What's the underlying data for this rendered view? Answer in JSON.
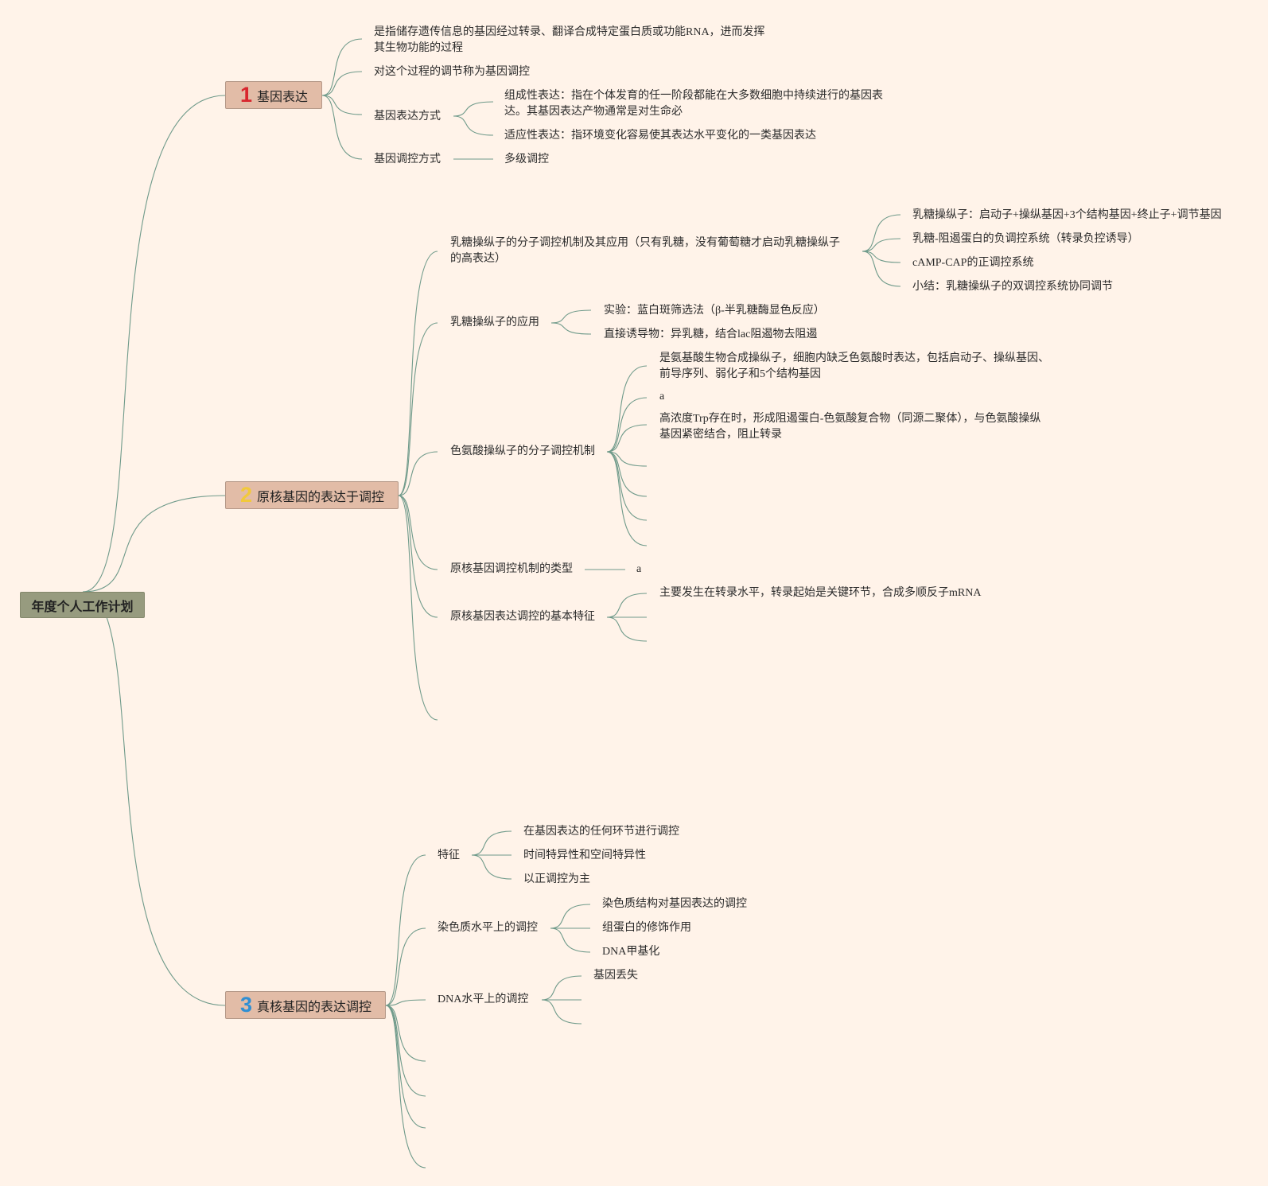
{
  "root": {
    "label": "年度个人工作计划"
  },
  "topics": [
    {
      "badge": "1",
      "label": "基因表达"
    },
    {
      "badge": "2",
      "label": "原核基因的表达于调控"
    },
    {
      "badge": "3",
      "label": "真核基因的表达调控"
    }
  ],
  "t1": {
    "def1": "是指储存遗传信息的基因经过转录、翻译合成特定蛋白质或功能RNA，进而发挥",
    "def2": "其生物功能的过程",
    "regulation": "对这个过程的调节称为基因调控",
    "mode": "基因表达方式",
    "constitutive1": "组成性表达：指在个体发育的任一阶段都能在大多数细胞中持续进行的基因表",
    "constitutive2": "达。其基因表达产物通常是对生命必",
    "adaptive": "适应性表达：指环境变化容易使其表达水平变化的一类基因表达",
    "reg_mode": "基因调控方式",
    "multilevel": "多级调控"
  },
  "t2": {
    "lac1": "乳糖操纵子的分子调控机制及其应用（只有乳糖，没有葡萄糖才启动乳糖操纵子",
    "lac2": "的高表达）",
    "lac_c1": "乳糖操纵子：启动子+操纵基因+3个结构基因+终止子+调节基因",
    "lac_c2": "乳糖-阻遏蛋白的负调控系统（转录负控诱导）",
    "lac_c3": "cAMP-CAP的正调控系统",
    "lac_c4": "小结：乳糖操纵子的双调控系统协同调节",
    "app": "乳糖操纵子的应用",
    "app_c1": "实验：蓝白斑筛选法（β-半乳糖酶显色反应）",
    "app_c2": "直接诱导物：异乳糖，结合lac阻遏物去阻遏",
    "trp": "色氨酸操纵子的分子调控机制",
    "trp_c1a": "是氨基酸生物合成操纵子，细胞内缺乏色氨酸时表达，包括启动子、操纵基因、",
    "trp_c1b": "前导序列、弱化子和5个结构基因",
    "trp_c2": "a",
    "trp_c3a": "高浓度Trp存在时，形成阻遏蛋白-色氨酸复合物（同源二聚体），与色氨酸操纵",
    "trp_c3b": "基因紧密结合，阻止转录",
    "types": "原核基因调控机制的类型",
    "types_c1": "a",
    "basic": "原核基因表达调控的基本特征",
    "basic_c1": "主要发生在转录水平，转录起始是关键环节，合成多顺反子mRNA"
  },
  "t3": {
    "feature": "特征",
    "feature_c1": "在基因表达的任何环节进行调控",
    "feature_c2": "时间特异性和空间特异性",
    "feature_c3": "以正调控为主",
    "chrom": "染色质水平上的调控",
    "chrom_c1": "染色质结构对基因表达的调控",
    "chrom_c2": "组蛋白的修饰作用",
    "chrom_c3": "DNA甲基化",
    "dna": "DNA水平上的调控",
    "dna_c1": "基因丢失"
  },
  "colors": {
    "background": "#fff3e9",
    "line": "#6f9a8a",
    "root": "#979b7f",
    "topic": "#e2bca7"
  }
}
